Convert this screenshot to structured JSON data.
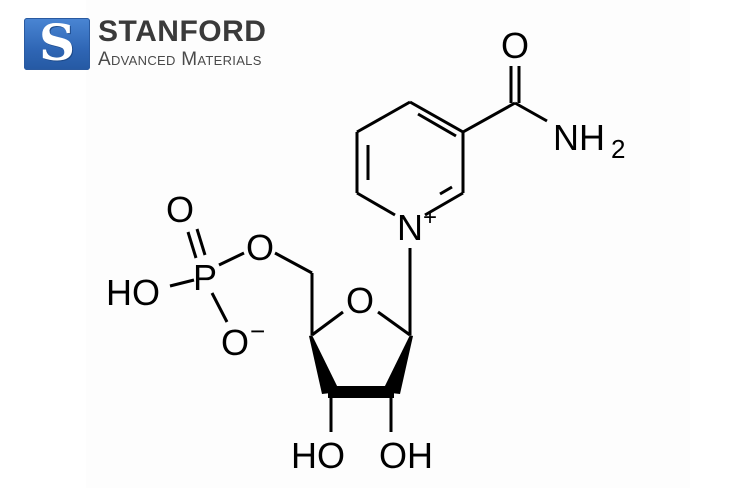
{
  "logo": {
    "mark": "S",
    "name": "STANFORD",
    "subtitle": "Advanced Materials",
    "brand_color": "#2f66b5"
  },
  "molecule": {
    "description": "Nicotinamide mononucleotide structural formula",
    "atoms": {
      "carbonyl_o": "O",
      "amide_n": "NH",
      "amide_sub": "2",
      "pyridinium_n": "N",
      "pyridinium_charge": "+",
      "ring_o": "O",
      "phosphate_top_o": "O",
      "phosphate_bridge_o": "O",
      "phosphorus": "P",
      "phosphate_oh": "HO",
      "phosphate_o_minus": "O",
      "phosphate_charge": "−",
      "c3_oh": "HO",
      "c2_oh": "OH"
    }
  }
}
